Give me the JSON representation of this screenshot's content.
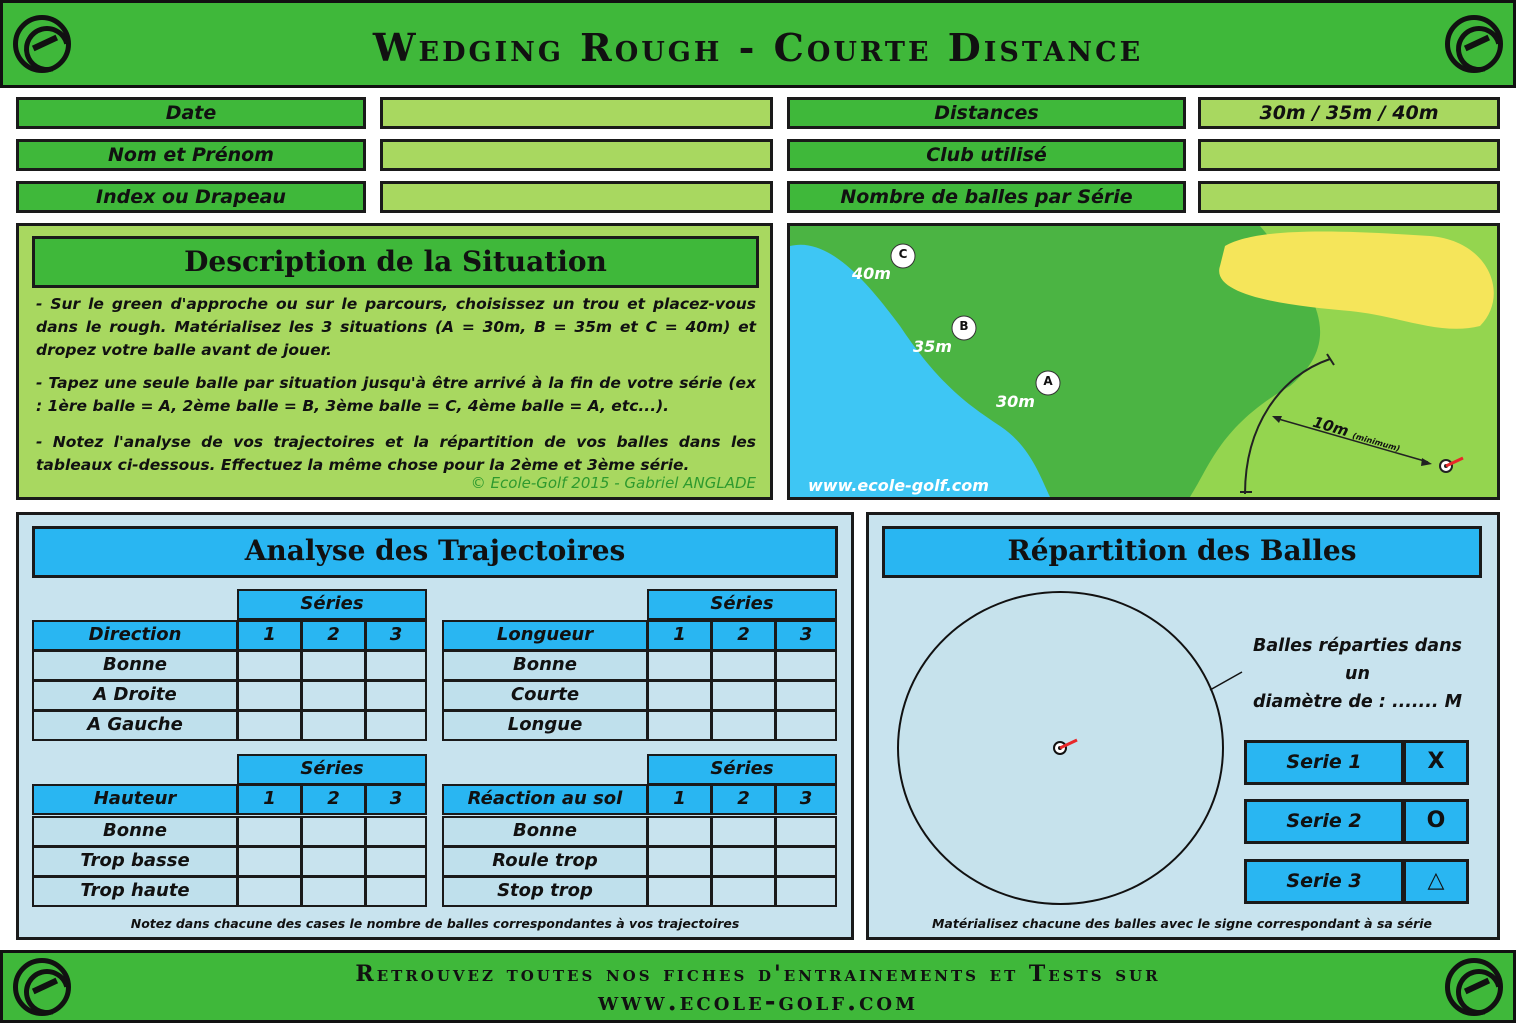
{
  "header": {
    "title": "Wedging Rough - Courte Distance"
  },
  "info": {
    "date_label": "Date",
    "name_label": "Nom et Prénom",
    "index_label": "Index ou Drapeau",
    "distances_label": "Distances",
    "distances_value": "30m / 35m / 40m",
    "club_label": "Club utilisé",
    "balls_label": "Nombre de balles par Série"
  },
  "description": {
    "title": "Description de la Situation",
    "p1": "- Sur le green d'approche ou sur le parcours, choisissez un trou et placez-vous dans le rough. Matérialisez les 3 situations (A = 30m, B = 35m et C = 40m) et dropez votre balle avant de jouer.",
    "p2": "- Tapez une seule balle par situation jusqu'à être arrivé à la fin de votre série (ex : 1ère balle = A, 2ème balle = B, 3ème balle = C, 4ème balle = A, etc...).",
    "p3": "- Notez l'analyse de vos trajectoires et la répartition de vos balles dans les tableaux ci-dessous. Effectuez la même chose pour la 2ème et 3ème série.",
    "credit": "© Ecole-Golf 2015 - Gabriel ANGLADE"
  },
  "map": {
    "c_marker": "C",
    "c_dist": "40m",
    "b_marker": "B",
    "b_dist": "35m",
    "a_marker": "A",
    "a_dist": "30m",
    "min_dist": "10m",
    "min_note": "(minimum)",
    "site": "www.ecole-golf.com",
    "colors": {
      "water": "#3ec6f4",
      "rough": "#48b23f",
      "fairway": "#94d54f",
      "bunker": "#f5e55a"
    }
  },
  "analysis": {
    "title": "Analyse des Trajectoires",
    "series_label": "Séries",
    "cols": [
      "1",
      "2",
      "3"
    ],
    "direction": {
      "header": "Direction",
      "rows": [
        "Bonne",
        "A Droite",
        "A Gauche"
      ]
    },
    "longueur": {
      "header": "Longueur",
      "rows": [
        "Bonne",
        "Courte",
        "Longue"
      ]
    },
    "hauteur": {
      "header": "Hauteur",
      "rows": [
        "Bonne",
        "Trop basse",
        "Trop haute"
      ]
    },
    "reaction": {
      "header": "Réaction au sol",
      "rows": [
        "Bonne",
        "Roule trop",
        "Stop trop"
      ]
    },
    "note": "Notez dans chacune des cases le nombre de balles correspondantes à vos trajectoires"
  },
  "repartition": {
    "title": "Répartition des Balles",
    "diam_line1": "Balles réparties dans un",
    "diam_line2": "diamètre de : ....... M",
    "series": [
      {
        "label": "Serie 1",
        "symbol": "X"
      },
      {
        "label": "Serie 2",
        "symbol": "O"
      },
      {
        "label": "Serie 3",
        "symbol": "△"
      }
    ],
    "note": "Matérialisez chacune des balles avec le signe correspondant à sa série"
  },
  "footer": {
    "line1": "Retrouvez toutes nos fiches d'entrainements et Tests sur",
    "line2": "www.ecole-golf.com"
  }
}
